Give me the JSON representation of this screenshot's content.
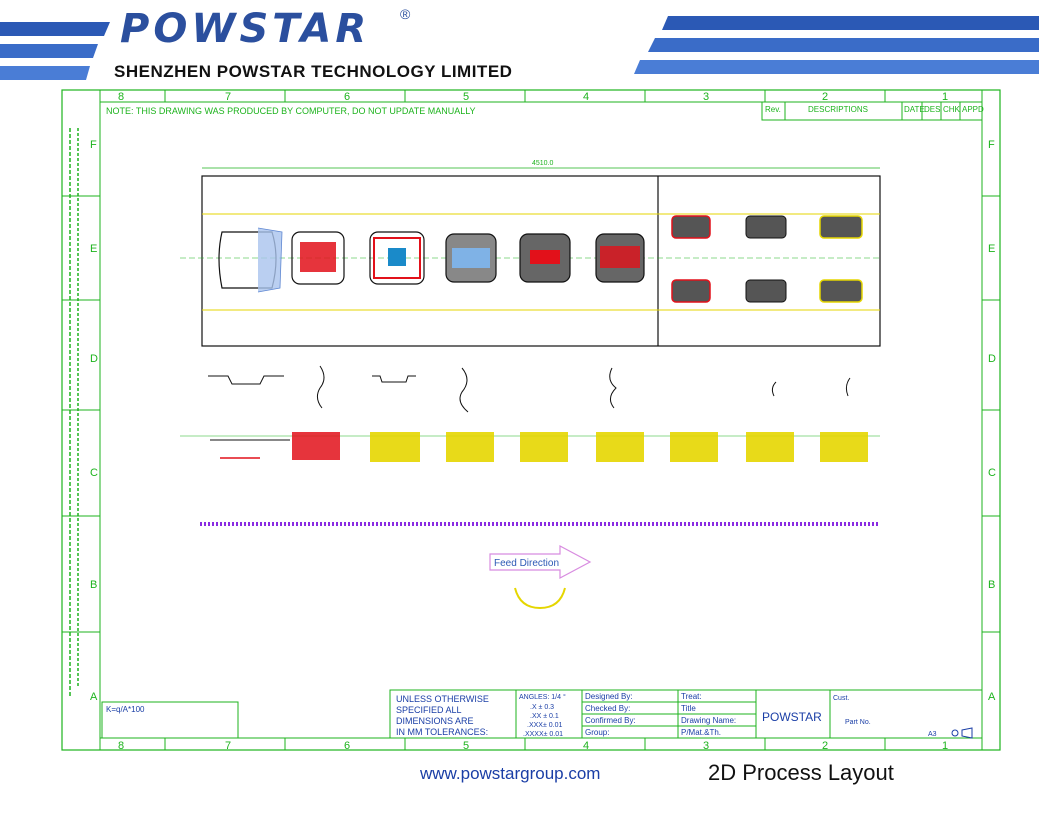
{
  "header": {
    "logo": "POWSTAR",
    "registered_mark": "®",
    "company_name": "SHENZHEN POWSTAR TECHNOLOGY LIMITED"
  },
  "drawing": {
    "note": "NOTE: THIS DRAWING WAS PRODUCED BY COMPUTER, DO NOT UPDATE MANUALLY",
    "column_labels_top": [
      "8",
      "7",
      "6",
      "5",
      "4",
      "3",
      "2",
      "1"
    ],
    "column_labels_bottom": [
      "8",
      "7",
      "6",
      "5",
      "4",
      "3",
      "2",
      "1"
    ],
    "row_labels": [
      "F",
      "E",
      "D",
      "C",
      "B",
      "A"
    ],
    "revision_table": {
      "rev": "Rev.",
      "descriptions": "DESCRIPTIONS",
      "date": "DATE",
      "des": "DES",
      "chk": "CHK",
      "appd": "APPD"
    },
    "overall_dim": "4510.0",
    "feed_direction": "Feed Direction",
    "tolerance_block": {
      "line1": "UNLESS OTHERWISE",
      "line2": "SPECIFIED ALL",
      "line3": "DIMENSIONS ARE",
      "line4": "IN MM TOLERANCES:",
      "angles": "ANGLES: 1/4 °",
      "x": ".X ± 0.3",
      "xx": ".XX ± 0.1",
      "xxx": ".XXX± 0.01",
      "xxxx": ".XXXX± 0.01"
    },
    "signature_block": {
      "designed_by": "Designed By:",
      "checked_by": "Checked By:",
      "confirmed_by": "Confirmed By:",
      "group": "Group:",
      "treat": "Treat:",
      "title": "Title",
      "drawing_name": "Drawing Name:",
      "p_mat_th": "P/Mat.&Th."
    },
    "brand_box": "POWSTAR",
    "part_block": {
      "cust": "Cust.",
      "part_no": "Part No.",
      "size": "A3"
    },
    "formula": "K=q/A*100"
  },
  "footer": {
    "url": "www.powstargroup.com",
    "title": "2D Process Layout"
  }
}
